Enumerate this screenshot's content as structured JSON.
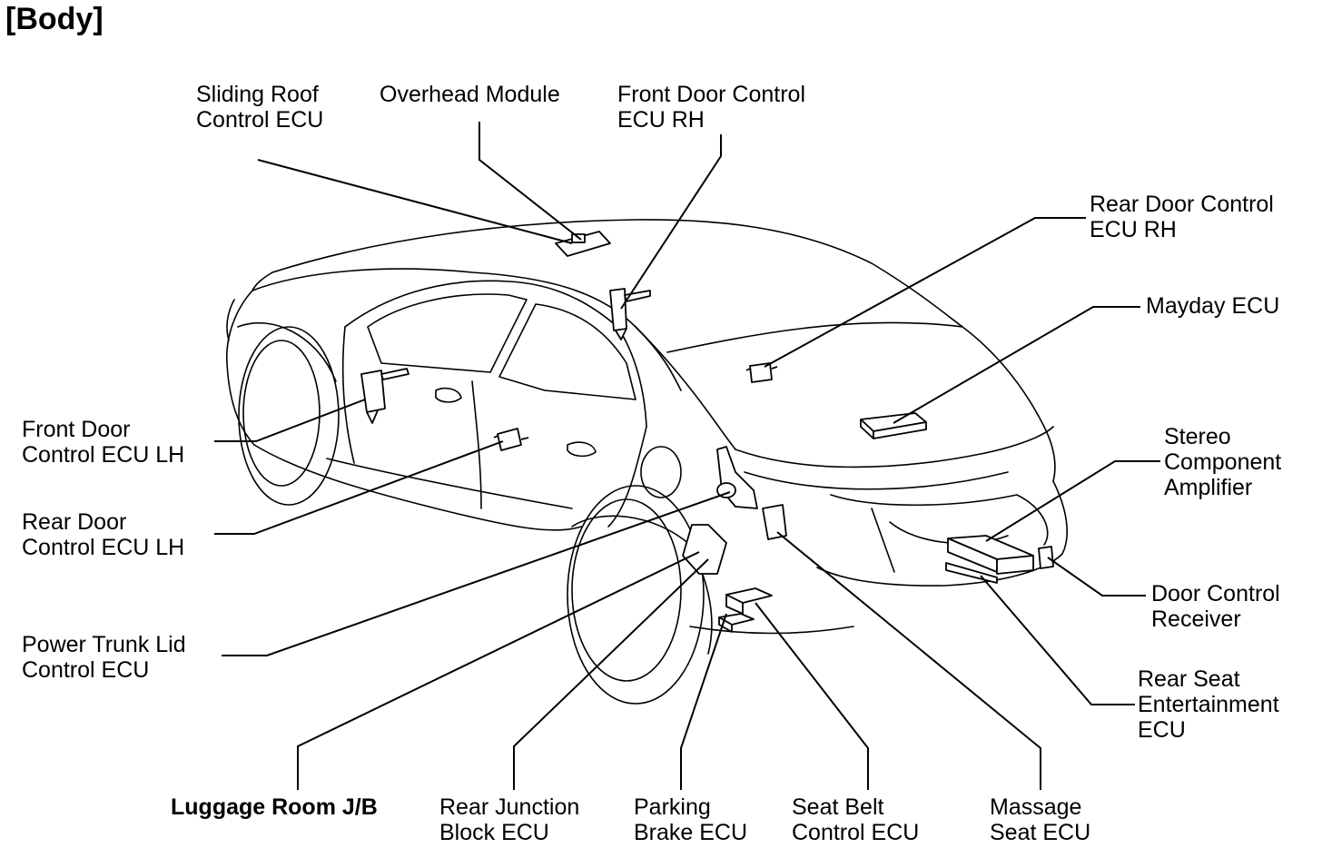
{
  "title": "[Body]",
  "labels": {
    "sliding_roof": [
      "Sliding Roof",
      "Control ECU"
    ],
    "overhead": [
      "Overhead Module"
    ],
    "front_door_rh": [
      "Front Door Control",
      "ECU RH"
    ],
    "rear_door_rh": [
      "Rear Door Control",
      "ECU RH"
    ],
    "mayday": [
      "Mayday ECU"
    ],
    "stereo": [
      "Stereo",
      "Component",
      "Amplifier"
    ],
    "door_receiver": [
      "Door Control",
      "Receiver"
    ],
    "rear_seat_ent": [
      "Rear Seat",
      "Entertainment",
      "ECU"
    ],
    "front_door_lh": [
      "Front Door",
      "Control ECU LH"
    ],
    "rear_door_lh": [
      "Rear Door",
      "Control ECU LH"
    ],
    "power_trunk": [
      "Power Trunk Lid",
      "Control ECU"
    ],
    "luggage_jb": [
      "Luggage Room J/B"
    ],
    "rear_junction": [
      "Rear Junction",
      "Block ECU"
    ],
    "parking_brake": [
      "Parking",
      "Brake ECU"
    ],
    "seat_belt": [
      "Seat Belt",
      "Control ECU"
    ],
    "massage_seat": [
      "Massage",
      "Seat ECU"
    ]
  }
}
